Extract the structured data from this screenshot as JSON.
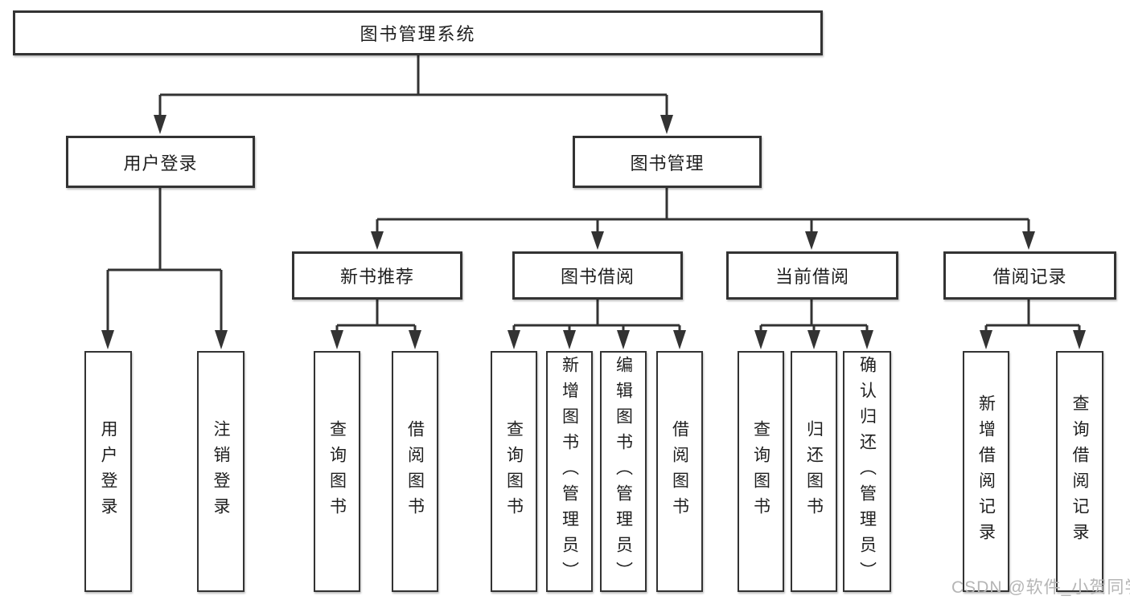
{
  "colors": {
    "line": "#333333",
    "border": "#333333",
    "text": "#1f1f1f",
    "background": "#ffffff",
    "watermark": "#b5b5b5"
  },
  "tree": {
    "root": {
      "label": "图书管理系统"
    },
    "branches": [
      {
        "label": "用户登录",
        "leaves": [
          {
            "label": "用户登录"
          },
          {
            "label": "注销登录"
          }
        ]
      },
      {
        "label": "图书管理",
        "groups": [
          {
            "label": "新书推荐",
            "leaves": [
              {
                "label": "查询图书"
              },
              {
                "label": "借阅图书"
              }
            ]
          },
          {
            "label": "图书借阅",
            "leaves": [
              {
                "label": "查询图书"
              },
              {
                "label": "新增图书（管理员）"
              },
              {
                "label": "编辑图书（管理员）"
              },
              {
                "label": "借阅图书"
              }
            ]
          },
          {
            "label": "当前借阅",
            "leaves": [
              {
                "label": "查询图书"
              },
              {
                "label": "归还图书"
              },
              {
                "label": "确认归还（管理员）"
              }
            ]
          },
          {
            "label": "借阅记录",
            "leaves": [
              {
                "label": "新增借阅记录"
              },
              {
                "label": "查询借阅记录"
              }
            ]
          }
        ]
      }
    ]
  },
  "watermark": {
    "text": "CSDN @软件_小贺同学"
  }
}
